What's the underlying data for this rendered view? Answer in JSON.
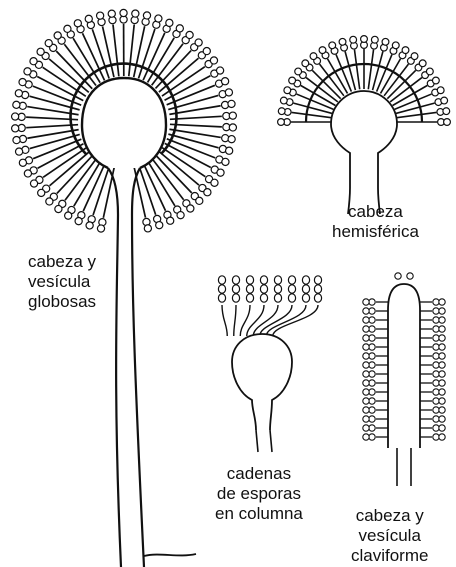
{
  "labels": {
    "globose": [
      "cabeza y",
      "vesícula",
      "globosas"
    ],
    "hemispherical": [
      "cabeza",
      "hemisférica"
    ],
    "columnar": [
      "cadenas",
      "de esporas",
      "en columna"
    ],
    "claviform": [
      "cabeza y",
      "vesícula",
      "claviforme"
    ]
  }
}
